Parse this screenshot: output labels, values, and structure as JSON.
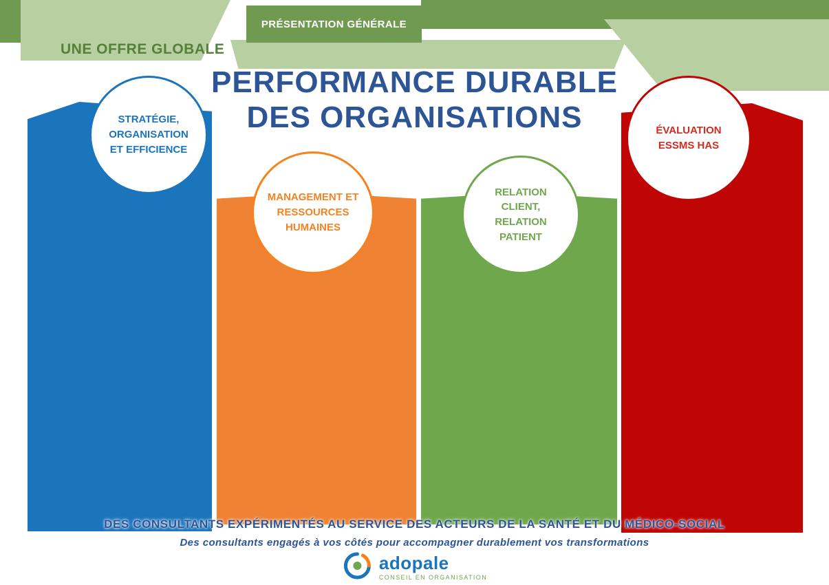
{
  "header": {
    "tab_label": "PRÉSENTATION GÉNÉRALE",
    "left_label": "UNE OFFRE GLOBALE"
  },
  "title": {
    "line1": "PERFORMANCE DURABLE",
    "line2": "DES ORGANISATIONS"
  },
  "offers": [
    {
      "label": "STRATÉGIE, ORGANISATION ET EFFICIENCE",
      "color": "#1B75BC"
    },
    {
      "label": "MANAGEMENT ET RESSOURCES HUMAINES",
      "color": "#F5821F"
    },
    {
      "label": "RELATION CLIENT, RELATION PATIENT",
      "color": "#6FA84C"
    },
    {
      "label": "ÉVALUATION ESSMS HAS",
      "color": "#C00505"
    }
  ],
  "footer": {
    "line1": "DES CONSULTANTS EXPÉRIMENTÉS AU SERVICE DES ACTEURS DE LA SANTÉ ET DU MÉDICO-SOCIAL",
    "line2": "Des consultants engagés à vos côtés pour accompagner durablement vos transformations"
  },
  "logo": {
    "name": "adopale",
    "tagline": "conseil en organisation"
  },
  "colors": {
    "band_dark_green": "#6F9A4F",
    "band_light_green": "#B8CFA1",
    "title_blue": "#2D5596"
  }
}
